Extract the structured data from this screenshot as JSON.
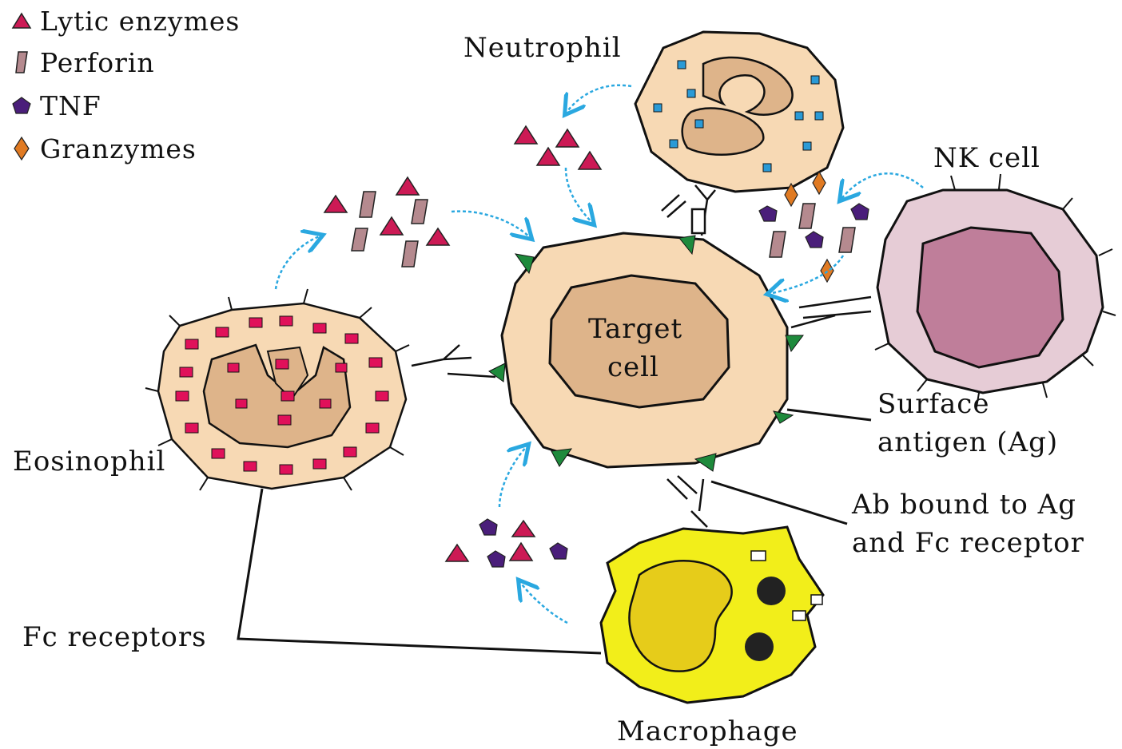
{
  "legend": [
    {
      "label": "Lytic enzymes",
      "icon": "triangle-icon",
      "color": "#cc1a55"
    },
    {
      "label": "Perforin",
      "icon": "perforin-icon",
      "color": "#b58a8f"
    },
    {
      "label": "TNF",
      "icon": "pentagon-icon",
      "color": "#4a1e7a"
    },
    {
      "label": "Granzymes",
      "icon": "diamond-icon",
      "color": "#e07a22"
    }
  ],
  "labels": {
    "neutrophil": "Neutrophil",
    "nk_cell": "NK cell",
    "target_line1": "Target",
    "target_line2": "cell",
    "surface_line1": "Surface",
    "surface_line2": "antigen (Ag)",
    "ab_line1": "Ab bound to Ag",
    "ab_line2": "and Fc receptor",
    "eosinophil": "Eosinophil",
    "fc_receptors": "Fc receptors",
    "macrophage": "Macrophage"
  },
  "colors": {
    "cell_fill": "#f7d9b4",
    "nucleus_fill": "#deb48a",
    "nk_membrane": "#e6ccd6",
    "nk_nucleus": "#bf7e9a",
    "macrophage_fill": "#f2ee1a",
    "macrophage_nucleus": "#e6cc1a",
    "antigen": "#1e8a3c",
    "arrow": "#2aa8e0",
    "granule_blue": "#2a9ad6"
  }
}
